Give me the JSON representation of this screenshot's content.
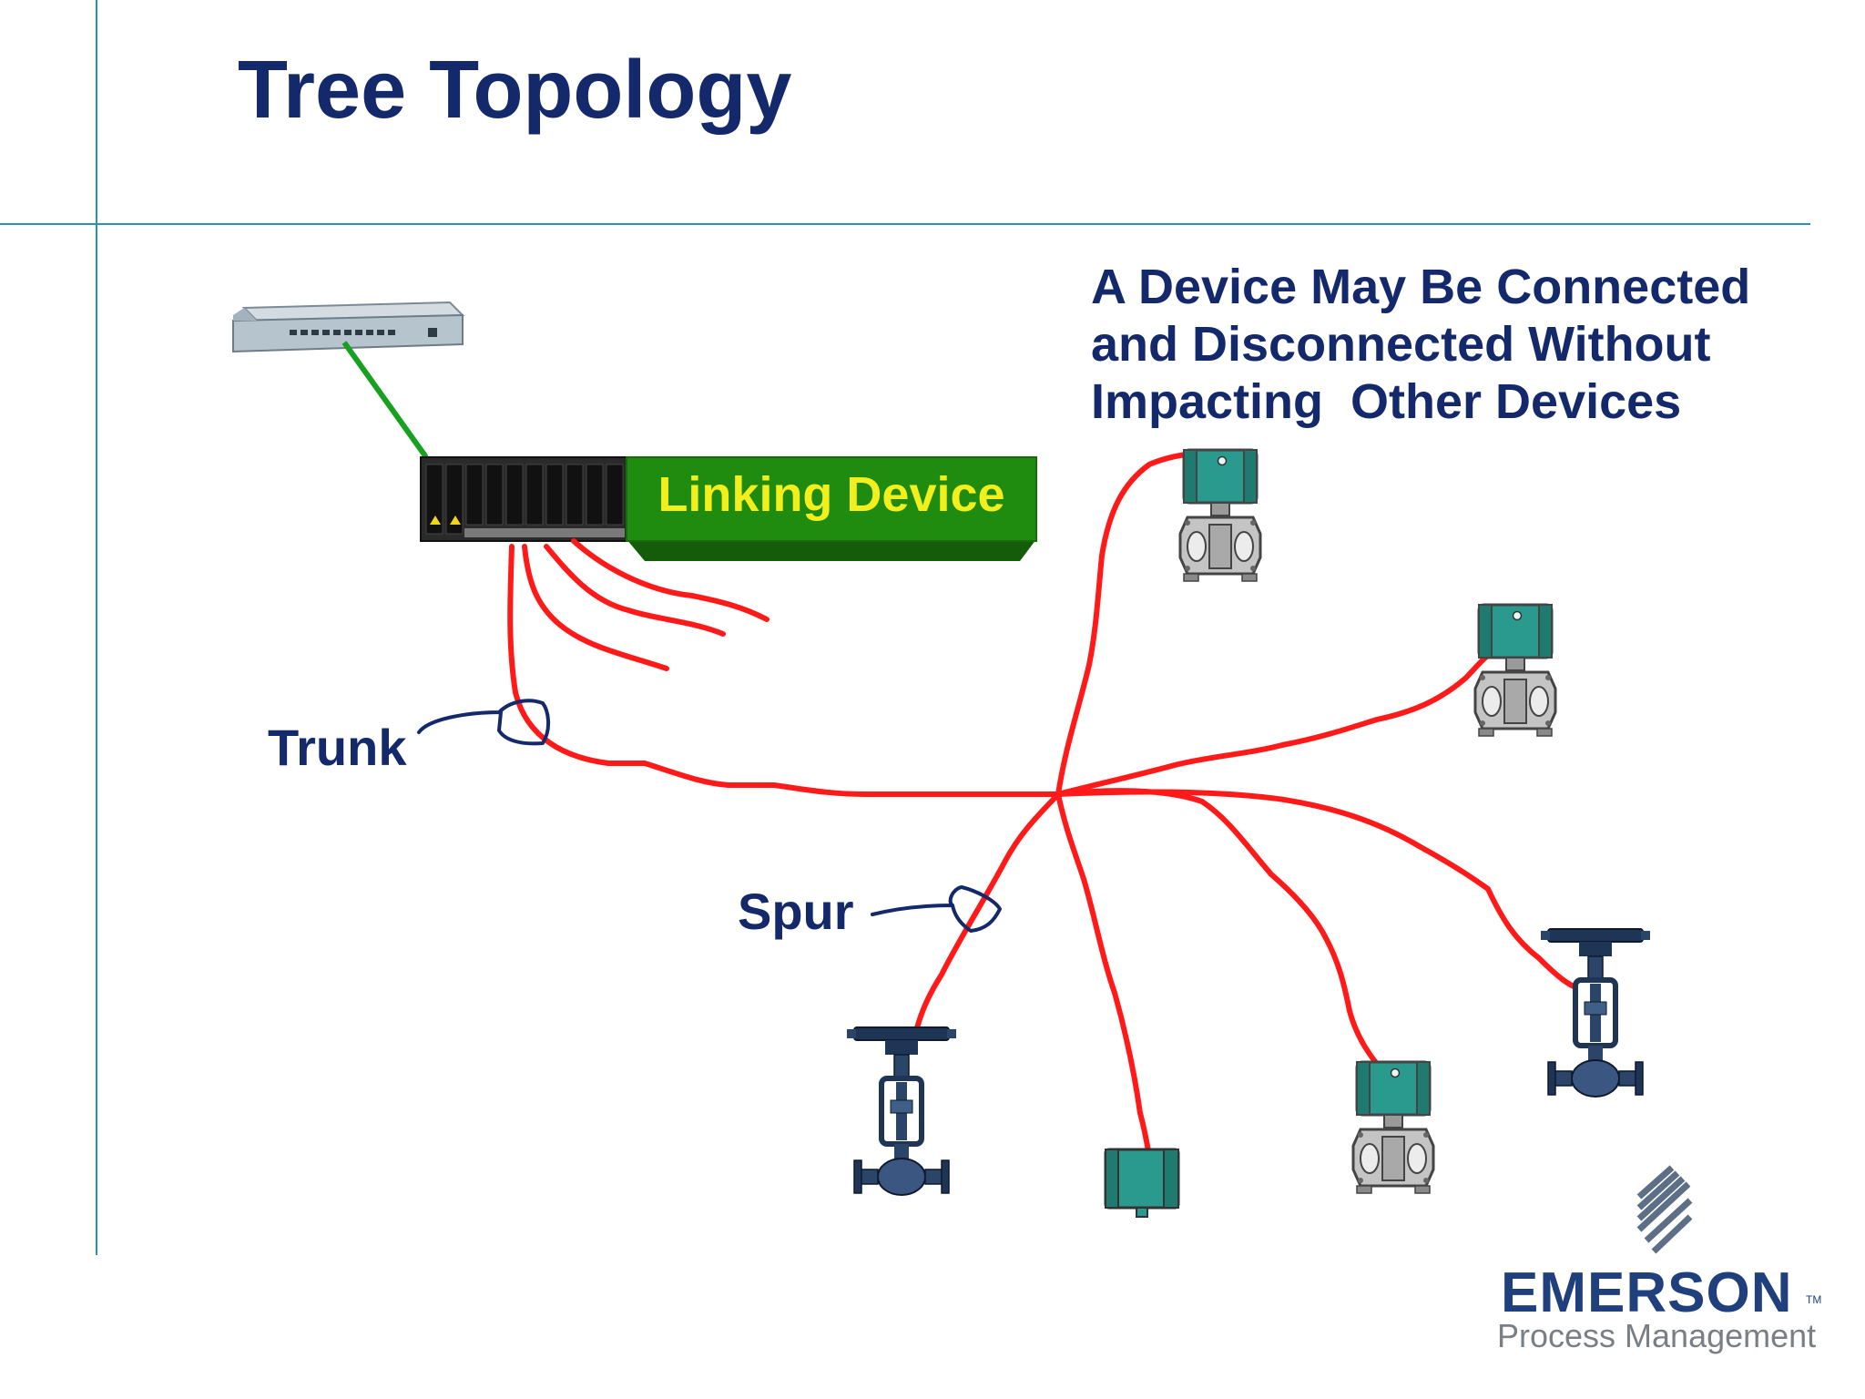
{
  "slide": {
    "title": "Tree Topology",
    "callout": [
      "A Device May Be Connected",
      "and Disconnected Without",
      "Impacting  Other Devices"
    ],
    "labels": {
      "linking_device": "Linking Device",
      "trunk": "Trunk",
      "spur": "Spur"
    }
  },
  "logo": {
    "brand": "EMERSON",
    "tm": "TM",
    "subtitle": "Process Management"
  },
  "colors": {
    "title_blue": "#14296b",
    "rule_blue": "#2c8fb5",
    "cable_red": "#ff1a1a",
    "ethernet_green": "#18a020",
    "linking_green": "#1f8c0f",
    "linking_text": "#f3ef1c",
    "transmitter_teal": "#2a9a8e"
  },
  "devices": [
    {
      "kind": "pressure-transmitter"
    },
    {
      "kind": "pressure-transmitter"
    },
    {
      "kind": "valve-positioner"
    },
    {
      "kind": "temperature-transmitter"
    },
    {
      "kind": "pressure-transmitter"
    },
    {
      "kind": "valve-positioner"
    }
  ]
}
